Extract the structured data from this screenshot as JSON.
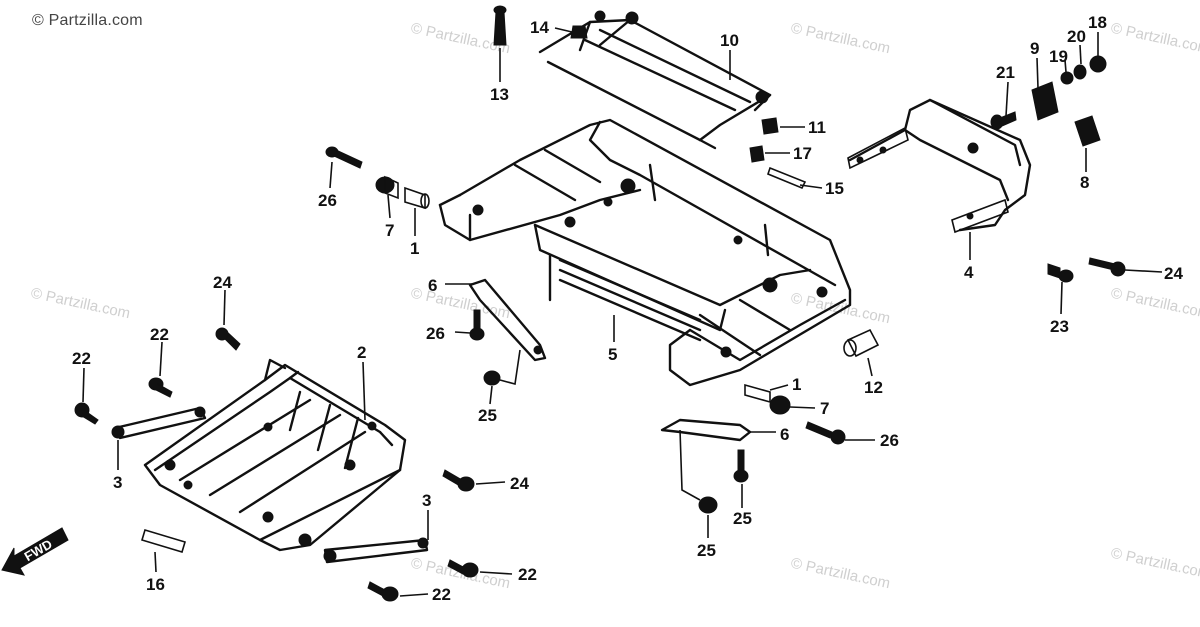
{
  "copyright": "© Partzilla.com",
  "watermark": "© Partzilla.com",
  "fwd_label": "FWD",
  "callouts": {
    "p1a": "1",
    "p1b": "1",
    "p2": "2",
    "p3a": "3",
    "p3b": "3",
    "p4": "4",
    "p5": "5",
    "p6a": "6",
    "p6b": "6",
    "p7a": "7",
    "p7b": "7",
    "p8": "8",
    "p9": "9",
    "p10": "10",
    "p11": "11",
    "p12": "12",
    "p13": "13",
    "p14": "14",
    "p15": "15",
    "p16": "16",
    "p17": "17",
    "p18": "18",
    "p19": "19",
    "p20": "20",
    "p21": "21",
    "p22a": "22",
    "p22b": "22",
    "p22c": "22",
    "p22d": "22",
    "p23": "23",
    "p24a": "24",
    "p24b": "24",
    "p24c": "24",
    "p25a": "25",
    "p25b": "25",
    "p25c": "25",
    "p26a": "26",
    "p26b": "26",
    "p26c": "26"
  }
}
